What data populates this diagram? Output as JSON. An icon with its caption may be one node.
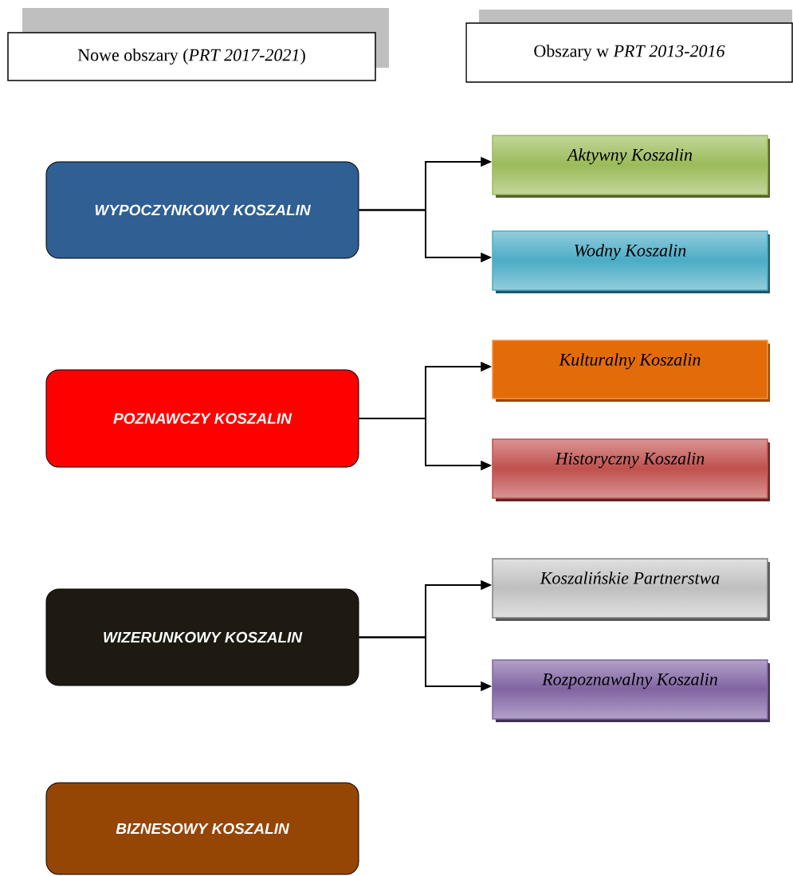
{
  "diagram": {
    "nodes": [
      {
        "text": [
          "Nowe obszary  (*PRT 2017-2021*)"
        ]
      },
      {
        "text": [
          "Obszary w *PRT 2013-2016*"
        ]
      },
      {
        "text": [
          "WYPOCZYNKOWY KOSZALIN"
        ]
      },
      {
        "text": [
          "Aktywny Koszalin"
        ]
      },
      {
        "text": [
          "Wodny Koszalin"
        ]
      },
      {
        "text": [
          "POZNAWCZY KOSZALIN"
        ]
      },
      {
        "text": [
          "Kulturalny Koszalin"
        ]
      },
      {
        "text": [
          "Historyczny Koszalin"
        ]
      },
      {
        "text": [
          "WIZERUNKOWY KOSZALIN"
        ]
      },
      {
        "text": [
          "Koszalińskie Partnerstwa"
        ]
      },
      {
        "text": [
          "Rozpoznawalny Koszalin"
        ]
      },
      {
        "text": [
          "BIZNESOWY KOSZALIN"
        ]
      }
    ],
    "edges": [
      {
        "from": 2,
        "to": 3,
        "arrow": "to"
      },
      {
        "from": 2,
        "to": 4,
        "arrow": "to"
      },
      {
        "from": 5,
        "to": 6,
        "arrow": "to"
      },
      {
        "from": 5,
        "to": 7,
        "arrow": "to"
      },
      {
        "from": 8,
        "to": 9,
        "arrow": "to"
      },
      {
        "from": 8,
        "to": 10,
        "arrow": "to"
      }
    ]
  }
}
